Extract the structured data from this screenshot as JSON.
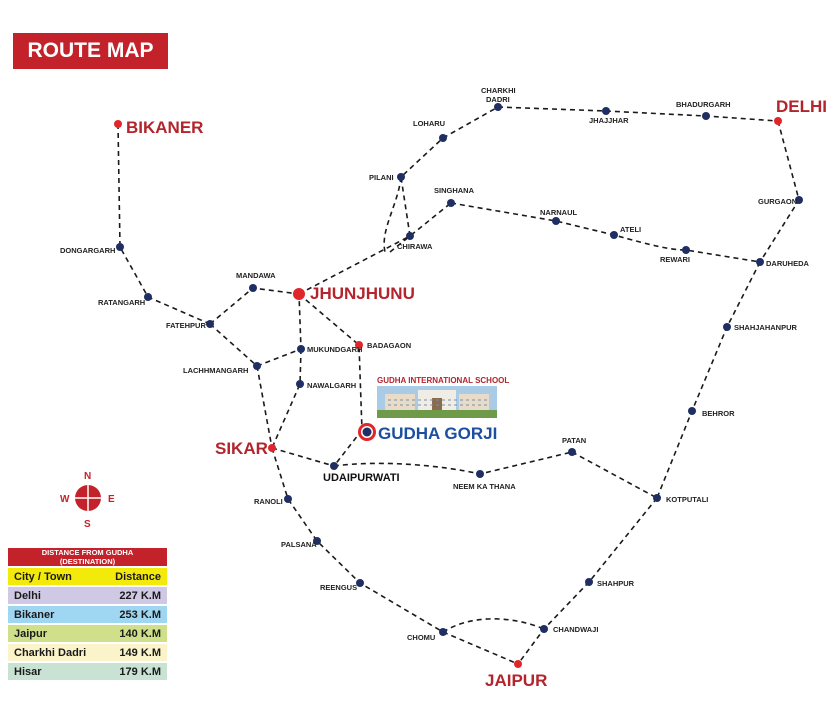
{
  "title": "ROUTE MAP",
  "destination": "GUDHA GORJI",
  "school_name": "GUDHA INTERNATIONAL SCHOOL",
  "major_cities": {
    "delhi": "DELHI",
    "bikaner": "BIKANER",
    "jhunjhunu": "JHUNJHUNU",
    "sikar": "SIKAR",
    "jaipur": "JAIPUR"
  },
  "towns": {
    "charkhi_dadri_1": "CHARKHI",
    "charkhi_dadri_2": "DADRI",
    "jhajjhar": "JHAJJHAR",
    "bhadurgarh": "BHADURGARH",
    "loharu": "LOHARU",
    "pilani": "PILANI",
    "singhana": "SINGHANA",
    "narnaul": "NARNAUL",
    "ateli": "ATELI",
    "rewari": "REWARI",
    "daruheda": "DARUHEDA",
    "gurgaon": "GURGAON",
    "chirawa": "CHIRAWA",
    "dongargarh": "DONGARGARH",
    "ratangarh": "RATANGARH",
    "fatehpur": "FATEHPUR",
    "mandawa": "MANDAWA",
    "mukundgarh": "MUKUNDGARH",
    "badagaon": "BADAGAON",
    "lachhmangarh": "LACHHMANGARH",
    "nawalgarh": "NAWALGARH",
    "shahjahanpur": "SHAHJAHANPUR",
    "behror": "BEHROR",
    "patan": "PATAN",
    "udaipurwati": "UDAIPURWATI",
    "neem_ka_thana": "NEEM KA THANA",
    "kotputali": "KOTPUTALI",
    "ranoli": "RANOLI",
    "palsana": "PALSANA",
    "reengus": "REENGUS",
    "shahpur": "SHAHPUR",
    "chandwaji": "CHANDWAJI",
    "chomu": "CHOMU"
  },
  "compass": {
    "n": "N",
    "s": "S",
    "e": "E",
    "w": "W"
  },
  "distance_table": {
    "title": "DISTANCE FROM GUDHA (DESTINATION)",
    "col_city": "City / Town",
    "col_distance": "Distance",
    "rows": [
      {
        "city": "Delhi",
        "distance": "227 K.M",
        "color": "#cfc9e6"
      },
      {
        "city": "Bikaner",
        "distance": "253 K.M",
        "color": "#9fd6f2"
      },
      {
        "city": "Jaipur",
        "distance": "140 K.M",
        "color": "#d0e08a"
      },
      {
        "city": "Charkhi Dadri",
        "distance": "149 K.M",
        "color": "#fbf3c9"
      },
      {
        "city": "Hisar",
        "distance": "179 K.M",
        "color": "#c8e3d3"
      }
    ]
  },
  "colors": {
    "brand_red": "#c4222b",
    "town_dot": "#1f2f63",
    "city_dot": "#e0262b",
    "destination_blue": "#1c4fa0"
  }
}
